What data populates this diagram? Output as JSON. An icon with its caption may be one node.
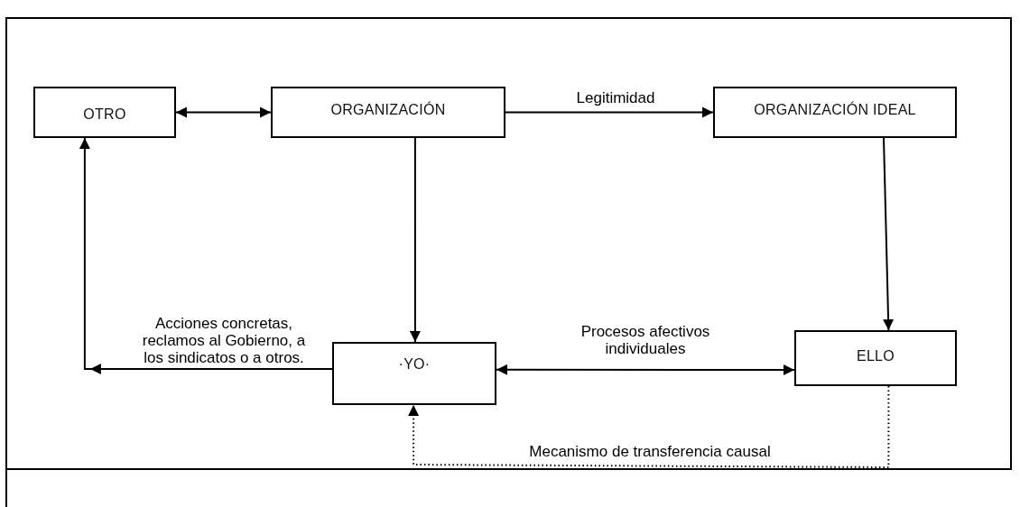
{
  "diagram": {
    "nodes": [
      {
        "text": [
          "OTRO"
        ]
      },
      {
        "text": [
          "ORGANIZACIÓN"
        ]
      },
      {
        "text": [
          "ORGANIZACIÓN IDEAL"
        ]
      },
      {
        "text": [
          "·YO·"
        ]
      },
      {
        "text": [
          "ELLO"
        ]
      }
    ],
    "edges": [
      {
        "from": 0,
        "to": 1,
        "arrow": "both"
      },
      {
        "from": 1,
        "to": 2,
        "arrow": "to",
        "label": "Legitimidad"
      },
      {
        "from": 1,
        "to": 3,
        "arrow": "to"
      },
      {
        "from": 2,
        "to": 4,
        "arrow": "to"
      },
      {
        "from": 3,
        "to": 4,
        "arrow": "both",
        "label": "Procesos afectivos individuales"
      },
      {
        "from": 4,
        "to": 3,
        "arrow": "to",
        "style": "dashed",
        "label": "Mecanismo de transferencia causal"
      },
      {
        "from": 3,
        "to": 0,
        "arrow": "to",
        "label": "Acciones concretas, reclamos al Gobierno, a los sindicatos o a otros."
      }
    ]
  }
}
